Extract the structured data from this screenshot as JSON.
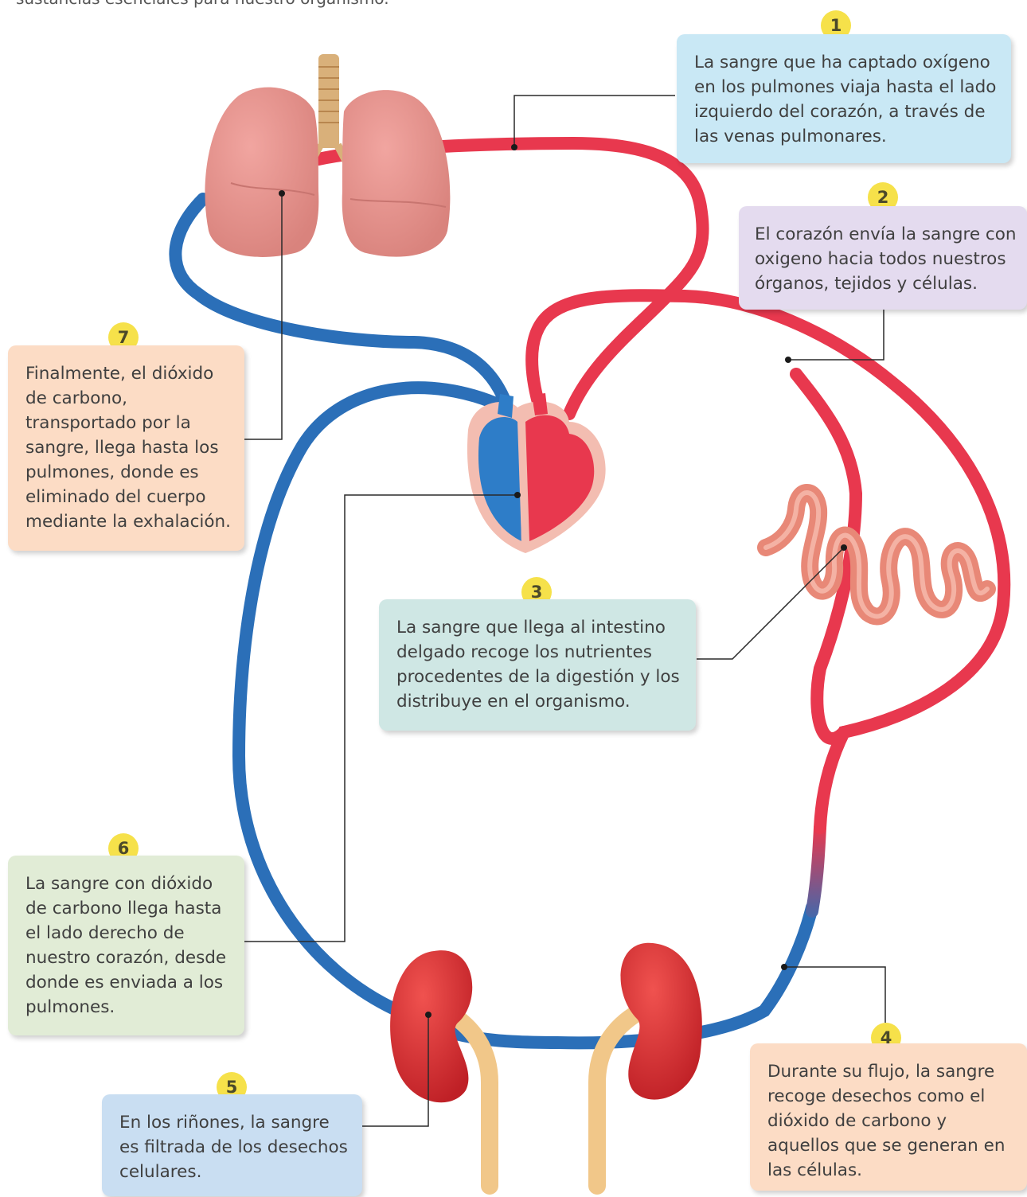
{
  "intro_text": "sustancias esenciales para nuestro organismo.",
  "colors": {
    "artery": "#e8384e",
    "vein": "#2b6fb8",
    "badge": "#f6e14a",
    "box_1": "#c9e8f5",
    "box_2": "#e4dbef",
    "box_3": "#cfe7e4",
    "box_4": "#fcdcc5",
    "box_5": "#c9def2",
    "box_6": "#e1ecd6",
    "box_7": "#fcdcc5"
  },
  "organs": {
    "lungs": "lungs-icon",
    "heart": "heart-icon",
    "intestine": "intestine-icon",
    "kidneys": "kidneys-icon"
  },
  "callouts": [
    {
      "number": "1",
      "text": "La sangre que ha captado oxígeno en los pulmones viaja hasta el lado izquierdo del corazón, a través de las venas pulmonares."
    },
    {
      "number": "2",
      "text": "El corazón envía la sangre con oxigeno hacia todos nuestros órganos, tejidos y células."
    },
    {
      "number": "3",
      "text": "La sangre que llega al intestino delgado recoge los nutrientes procedentes de la digestión y los distribuye en el organismo."
    },
    {
      "number": "4",
      "text": "Durante su flujo, la sangre recoge desechos como el dióxido de carbono y aquellos que se generan en las células."
    },
    {
      "number": "5",
      "text": "En los riñones, la sangre es filtrada de los desechos celulares."
    },
    {
      "number": "6",
      "text": "La sangre con dióxido de carbono llega hasta el lado derecho de nuestro corazón, desde donde es enviada a los pulmones."
    },
    {
      "number": "7",
      "text": "Finalmente, el dióxido de carbono, transportado por la sangre, llega hasta los pulmones, donde es eliminado del cuerpo mediante la exhalación."
    }
  ]
}
